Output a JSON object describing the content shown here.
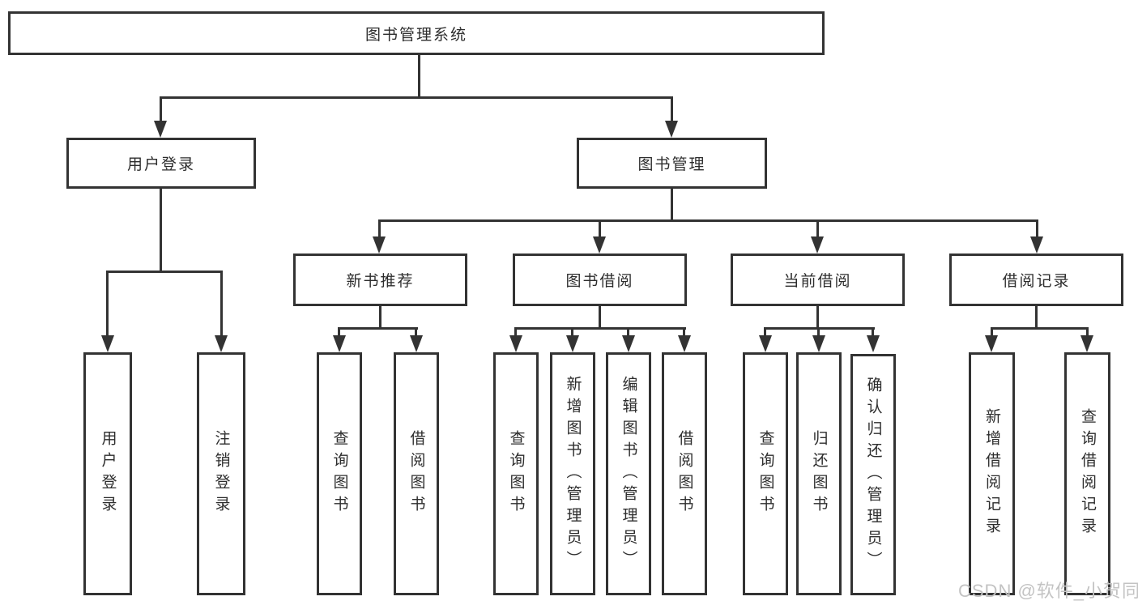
{
  "diagram": {
    "root": "图书管理系统",
    "level2": {
      "user_login": "用户登录",
      "book_management": "图书管理"
    },
    "level3": {
      "new_book_recommend": "新书推荐",
      "book_borrow": "图书借阅",
      "current_borrow": "当前借阅",
      "borrow_records": "借阅记录"
    },
    "leaves": {
      "login": [
        "用户登录",
        "注销登录"
      ],
      "newbook": [
        "查询图书",
        "借阅图书"
      ],
      "borrow": [
        "查询图书",
        "新增图书（管理员）",
        "编辑图书（管理员）",
        "借阅图书"
      ],
      "current": [
        "查询图书",
        "归还图书",
        "确认归还（管理员）"
      ],
      "record": [
        "新增借阅记录",
        "查询借阅记录"
      ]
    },
    "watermark": "CSDN @软件_小贺同学",
    "colors": {
      "line": "#333333",
      "text": "#2d2d2d",
      "box_background": "#ffffff",
      "watermark": "#c3c3c3",
      "background": "#ffffff"
    }
  }
}
